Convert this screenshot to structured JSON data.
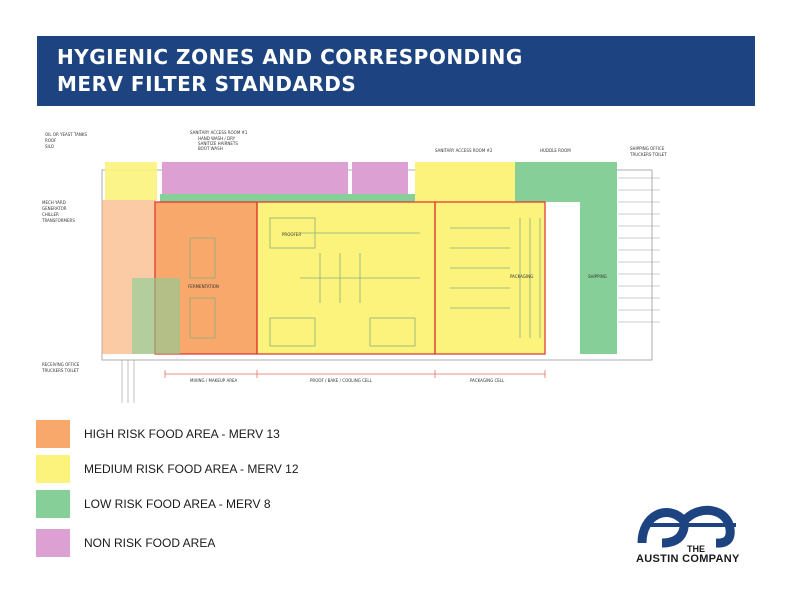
{
  "title": {
    "line1": "HYGIENIC ZONES AND CORRESPONDING",
    "line2": "MERV FILTER STANDARDS"
  },
  "plan_labels": {
    "oil_tanks": "OIL OR YEAST TANKS",
    "roof": "ROOF",
    "silo": "SILO",
    "sanitary_access_1": "SANITARY ACCESS ROOM #1",
    "hand_wash": "HAND WASH / DRY",
    "sanitize": "SANITIZE HAIRNETS",
    "boot_wash": "BOOT WASH",
    "sanitary_access_2": "SANITARY ACCESS ROOM #2",
    "huddle_room": "HUDDLE ROOM",
    "shipping_office": "SHIPPING OFFICE",
    "truckers_toilet": "TRUCKERS TOILET",
    "mech_yard": "MECH YARD",
    "generator": "GENERATOR",
    "chiller": "CHILLER",
    "transformers": "TRANSFORMERS",
    "fermentation": "FERMENTATION",
    "proofer": "PROOFER",
    "packaging": "PACKAGING",
    "shipping": "SHIPPING",
    "receiving_office": "RECEIVING OFFICE",
    "truckers_toilet_2": "TRUCKERS TOILET",
    "mixing_makeup": "MIXING / MAKEUP AREA",
    "proof_bake_cooling": "PROOF / BAKE / COOLING CELL",
    "packaging_cell": "PACKAGING CELL"
  },
  "legend": [
    {
      "label": "HIGH RISK FOOD AREA - MERV 13",
      "color": "#f8a86b"
    },
    {
      "label": "MEDIUM RISK FOOD AREA - MERV 12",
      "color": "#fbf37c"
    },
    {
      "label": "LOW RISK FOOD AREA - MERV 8",
      "color": "#86cf98"
    },
    {
      "label": "NON RISK FOOD AREA",
      "color": "#dda0d2"
    }
  ],
  "logo": {
    "the": "THE",
    "name": "AUSTIN COMPANY",
    "color": "#1d4480"
  }
}
